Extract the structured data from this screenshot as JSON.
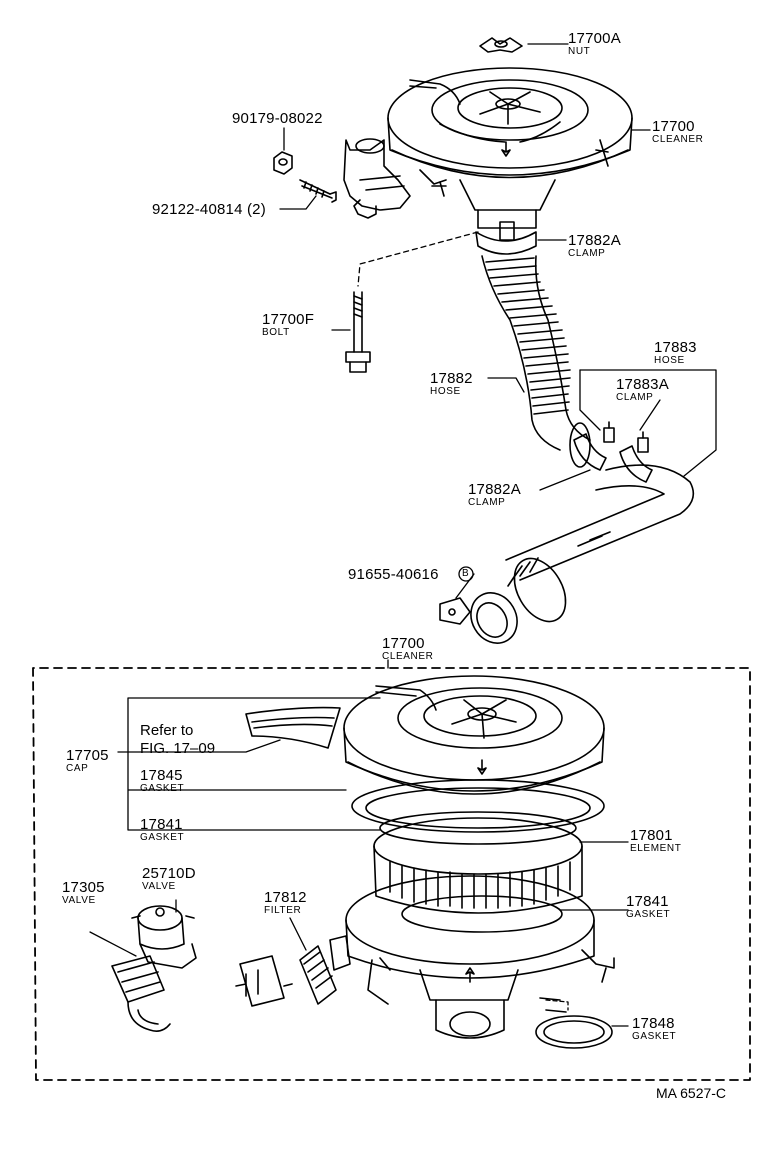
{
  "diagram": {
    "parts": {
      "nut": {
        "number": "17700A",
        "name": "NUT"
      },
      "clip": {
        "number": "90179-08022"
      },
      "stud": {
        "number": "92122-40814 (2)"
      },
      "cleaner_top": {
        "number": "17700",
        "name": "CLEANER"
      },
      "clamp_upper": {
        "number": "17882A",
        "name": "CLAMP"
      },
      "bolt": {
        "number": "17700F",
        "name": "BOLT"
      },
      "hose_group": {
        "number": "17883",
        "name": "HOSE"
      },
      "clamp_group": {
        "number": "17883A",
        "name": "CLAMP"
      },
      "hose": {
        "number": "17882",
        "name": "HOSE"
      },
      "clamp_lower": {
        "number": "17882A",
        "name": "CLAMP"
      },
      "bracket": {
        "number": "91655-40616",
        "marker": "B"
      },
      "cleaner_assy": {
        "number": "17700",
        "name": "CLEANER"
      },
      "cap": {
        "number": "17705",
        "name": "CAP"
      },
      "gasket_845": {
        "number": "17845",
        "name": "GASKET"
      },
      "gasket_841_top": {
        "number": "17841",
        "name": "GASKET"
      },
      "element": {
        "number": "17801",
        "name": "ELEMENT"
      },
      "valve_710": {
        "number": "25710D",
        "name": "VALVE"
      },
      "valve_305": {
        "number": "17305",
        "name": "VALVE"
      },
      "filter": {
        "number": "17812",
        "name": "FILTER"
      },
      "gasket_841_bottom": {
        "number": "17841",
        "name": "GASKET"
      },
      "gasket_848": {
        "number": "17848",
        "name": "GASKET"
      }
    },
    "refer_line1": "Refer to",
    "refer_line2": "FIG. 17–09",
    "figure_code": "MA 6527-C"
  }
}
